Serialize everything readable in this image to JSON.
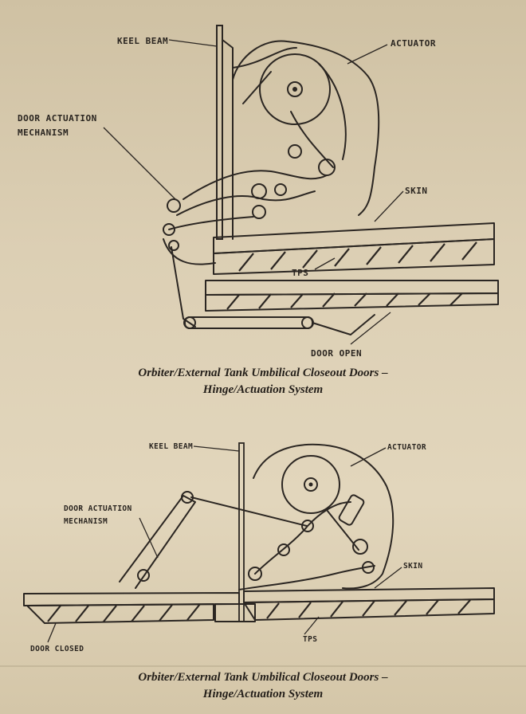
{
  "figure_top": {
    "labels": {
      "keel_beam": "KEEL BEAM",
      "actuator": "ACTUATOR",
      "door_actuation_1": "DOOR ACTUATION",
      "door_actuation_2": "MECHANISM",
      "skin": "SKIN",
      "tps": "TPS",
      "door_open": "DOOR OPEN"
    },
    "caption_line1": "Orbiter/External Tank Umbilical Closeout Doors –",
    "caption_line2": "Hinge/Actuation System"
  },
  "figure_bottom": {
    "labels": {
      "keel_beam": "KEEL BEAM",
      "actuator": "ACTUATOR",
      "door_actuation_1": "DOOR ACTUATION",
      "door_actuation_2": "MECHANISM",
      "skin": "SKIN",
      "door_closed": "DOOR CLOSED",
      "tps": "TPS"
    },
    "caption_line1": "Orbiter/External Tank Umbilical Closeout Doors –",
    "caption_line2": "Hinge/Actuation System"
  },
  "colors": {
    "paper": "#dccfb4",
    "ink": "#2b2622"
  }
}
